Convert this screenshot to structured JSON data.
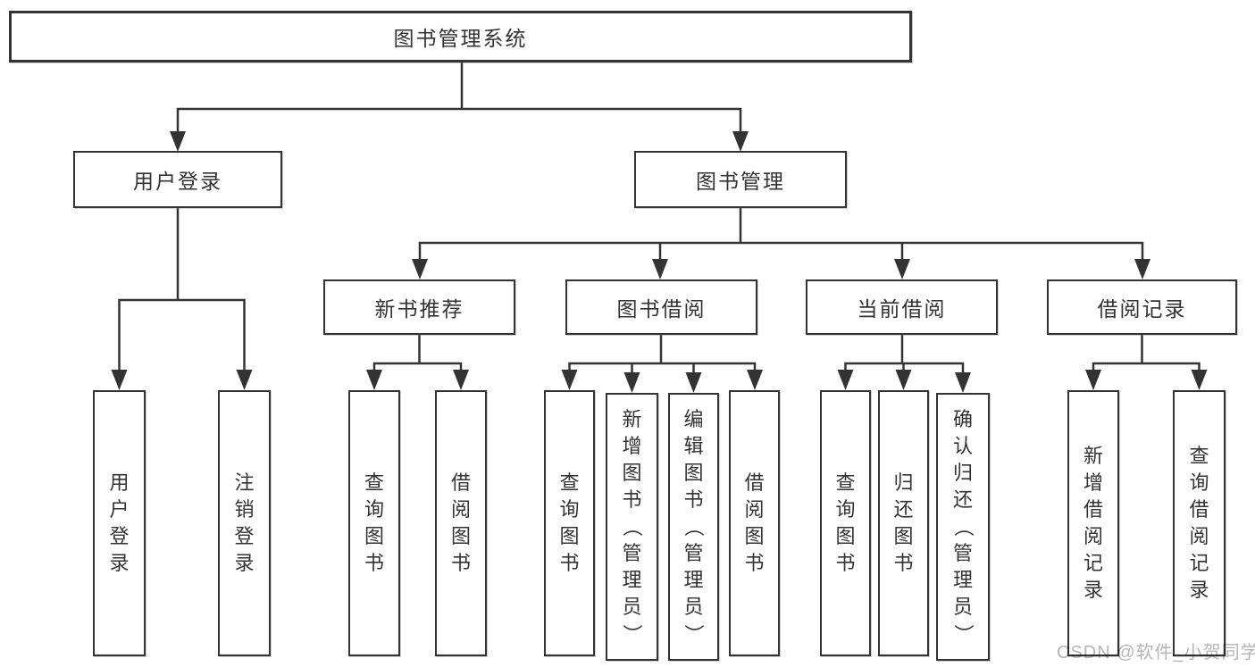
{
  "tree": {
    "root": "图书管理系统",
    "children": [
      {
        "label": "用户登录",
        "children": [
          {
            "label": "用户登录"
          },
          {
            "label": "注销登录"
          }
        ]
      },
      {
        "label": "图书管理",
        "children": [
          {
            "label": "新书推荐",
            "children": [
              {
                "label": "查询图书"
              },
              {
                "label": "借阅图书"
              }
            ]
          },
          {
            "label": "图书借阅",
            "children": [
              {
                "label": "查询图书"
              },
              {
                "label": "新增图书（管理员）"
              },
              {
                "label": "编辑图书（管理员）"
              },
              {
                "label": "借阅图书"
              }
            ]
          },
          {
            "label": "当前借阅",
            "children": [
              {
                "label": "查询图书"
              },
              {
                "label": "归还图书"
              },
              {
                "label": "确认归还（管理员）"
              }
            ]
          },
          {
            "label": "借阅记录",
            "children": [
              {
                "label": "新增借阅记录"
              },
              {
                "label": "查询借阅记录"
              }
            ]
          }
        ]
      }
    ]
  },
  "watermark": {
    "text": "CSDN @软件_小贺同学"
  },
  "colors": {
    "box_border": "#333333",
    "connector_line": "#333333",
    "text": "#333333",
    "watermark": "#b5b5b5"
  }
}
